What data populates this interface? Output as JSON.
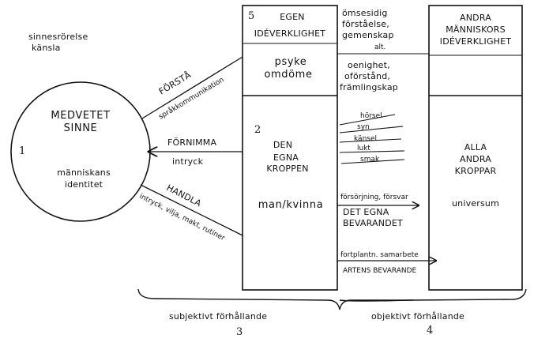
{
  "left_note": [
    "sinnesrörelse",
    "känsla"
  ],
  "circle": {
    "title": [
      "MEDVETET",
      "SINNE"
    ],
    "number": "1",
    "subtitle": [
      "människans",
      "identitet"
    ]
  },
  "arrows": {
    "forsta": {
      "label": "FÖRSTÅ",
      "sub": "språkkommunikation"
    },
    "fornimma": {
      "label": "FÖRNIMMA",
      "sub": "intryck"
    },
    "handla": {
      "label": "HANDLA",
      "sub": "intryck, vilja, makt, rutiner"
    }
  },
  "middle_box": {
    "top": {
      "number": "5",
      "title": [
        "EGEN",
        "IDÉVERKLIGHET"
      ],
      "body": [
        "psyke",
        "omdöme"
      ]
    },
    "bottom": {
      "number": "2",
      "title": [
        "DEN",
        "EGNA",
        "KROPPEN"
      ],
      "body": "man/kvinna"
    }
  },
  "between": {
    "top": [
      "ömsesidig",
      "förståelse,",
      "gemenskap",
      "alt."
    ],
    "middle": [
      "oenighet,",
      "oförstånd,",
      "främlingskap"
    ],
    "senses": [
      "hörsel",
      "syn",
      "känsel",
      "lukt",
      "smak"
    ],
    "provision": "försörjning, försvar",
    "self_preservation": [
      "DET EGNA",
      "BEVARANDET"
    ],
    "cooperation": "fortplantn. samarbete",
    "species_preservation": "ARTENS BEVARANDE"
  },
  "right_box": {
    "top": {
      "title": [
        "ANDRA",
        "MÄNNISKORS",
        "IDÉVERKLIGHET"
      ]
    },
    "bottom": {
      "title": [
        "ALLA",
        "ANDRA",
        "KROPPAR"
      ],
      "body": "universum"
    }
  },
  "bottom_labels": {
    "subjective": "subjektivt förhållande",
    "subjective_number": "3",
    "objective": "objektivt förhållande",
    "objective_number": "4"
  }
}
